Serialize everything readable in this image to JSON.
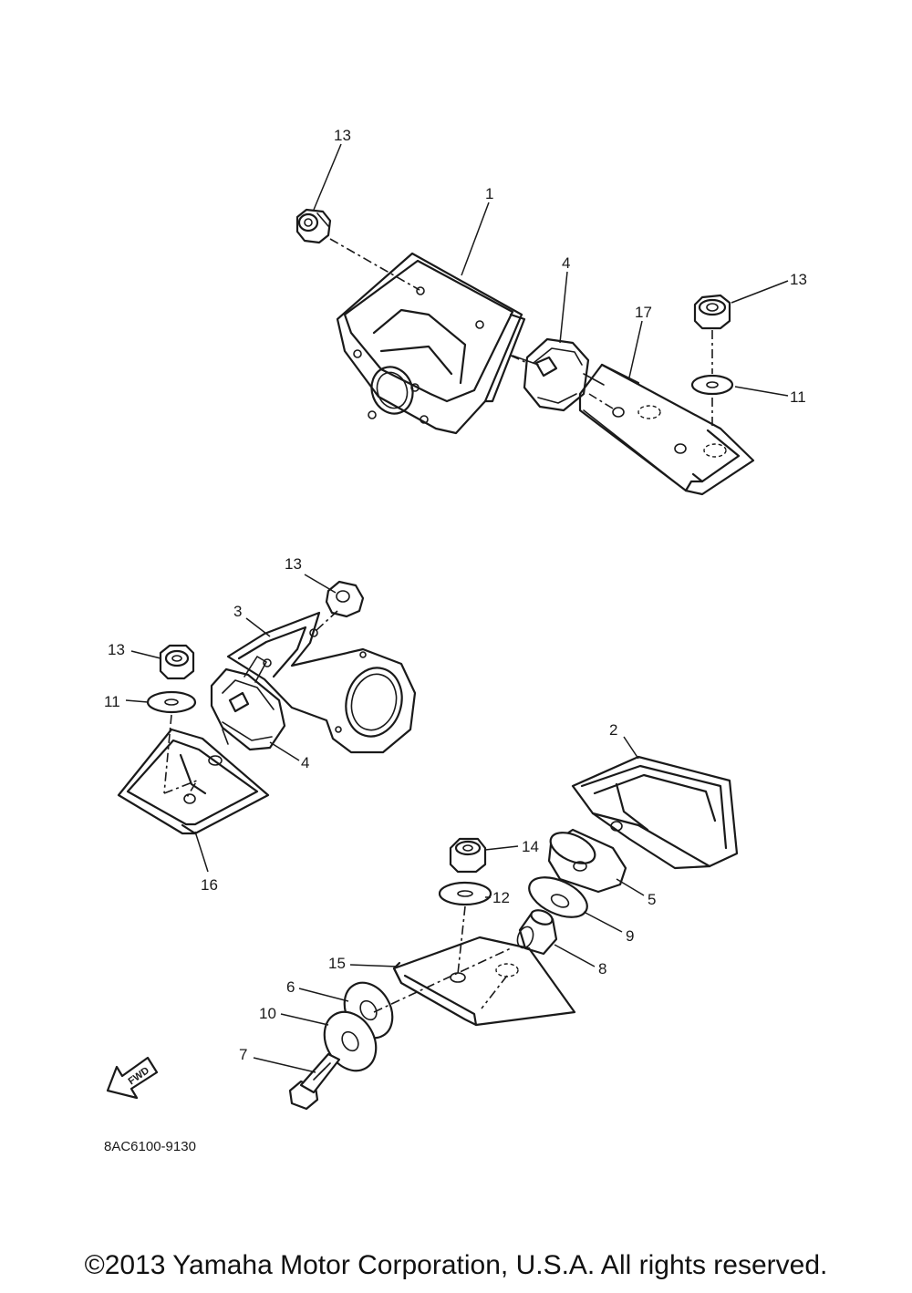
{
  "diagram": {
    "part_code": "8AC6100-9130",
    "fwd_label": "FWD",
    "callouts": {
      "c1": "1",
      "c2": "2",
      "c3": "3",
      "c4a": "4",
      "c4b": "4",
      "c5": "5",
      "c6": "6",
      "c7": "7",
      "c8": "8",
      "c9": "9",
      "c10": "10",
      "c11a": "11",
      "c11b": "11",
      "c12": "12",
      "c13a": "13",
      "c13b": "13",
      "c13c": "13",
      "c13d": "13",
      "c14": "14",
      "c15": "15",
      "c16": "16",
      "c17": "17"
    }
  },
  "footer": {
    "copyright": "©2013 Yamaha Motor Corporation, U.S.A. All rights reserved."
  }
}
